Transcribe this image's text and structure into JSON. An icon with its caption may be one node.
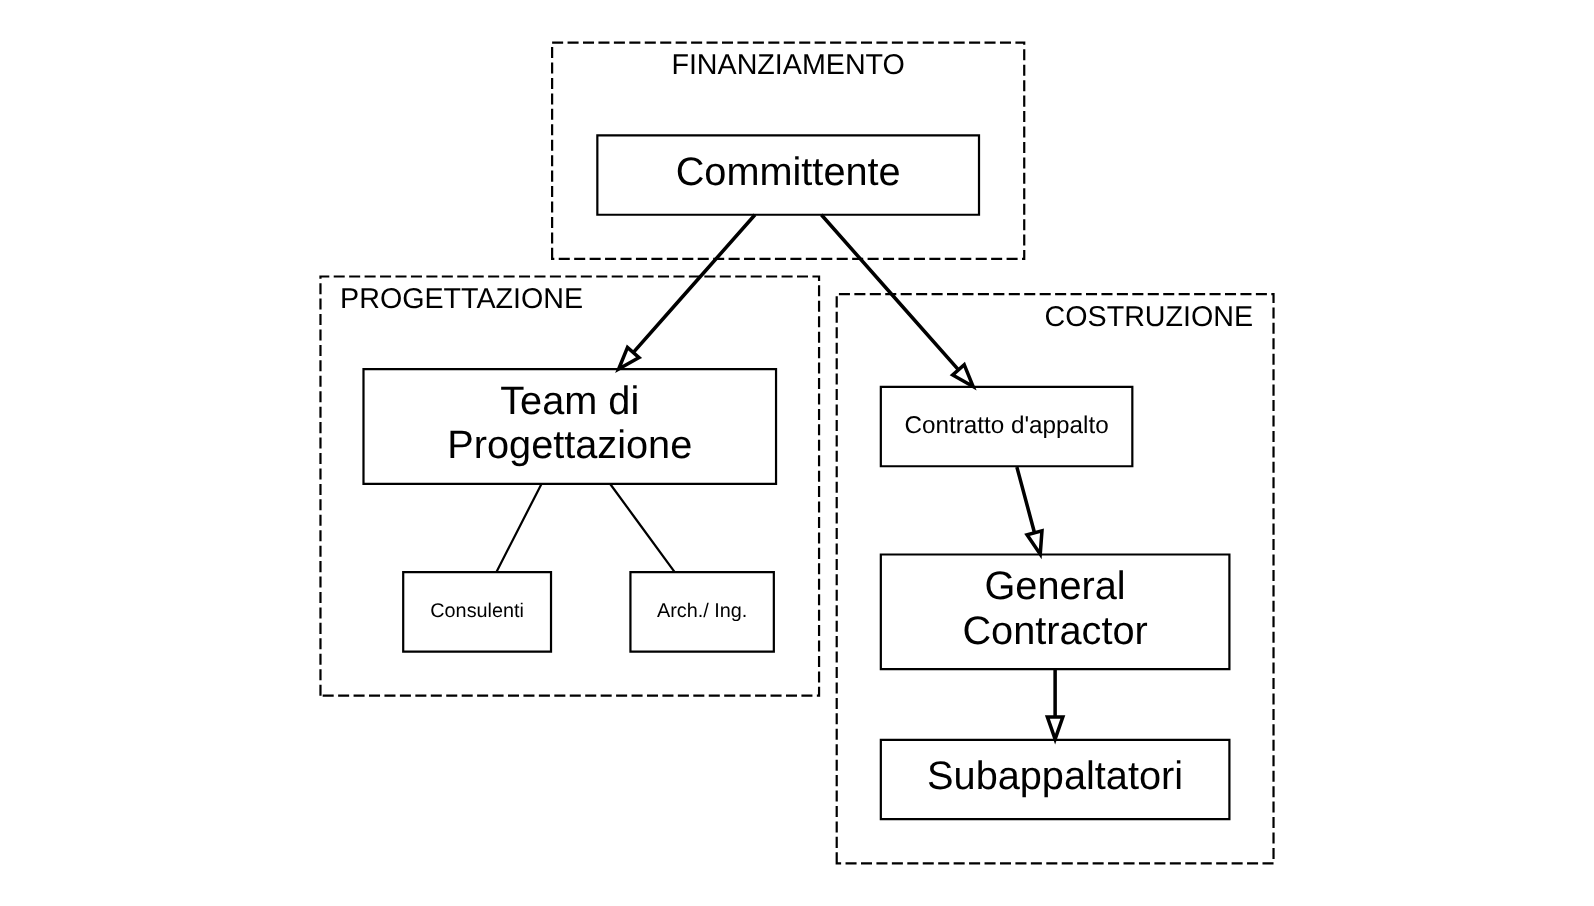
{
  "diagram": {
    "nodes": [
      {
        "text": [
          "FINANZIAMENTO"
        ]
      },
      {
        "text": [
          "Committente"
        ],
        "in": 0
      },
      {
        "text": [
          "PROGETTAZIONE"
        ]
      },
      {
        "text": [
          "Team di Progettazione"
        ],
        "in": 2
      },
      {
        "text": [
          "Consulenti"
        ],
        "in": 2
      },
      {
        "text": [
          "Arch./ Ing."
        ],
        "in": 2
      },
      {
        "text": [
          "COSTRUZIONE"
        ]
      },
      {
        "text": [
          "Contratto d'appalto"
        ],
        "in": 6
      },
      {
        "text": [
          "General Contractor"
        ],
        "in": 6
      },
      {
        "text": [
          "Subappaltatori"
        ],
        "in": 6
      }
    ],
    "edges": [
      {
        "from": 1,
        "to": 3,
        "arrow": "to"
      },
      {
        "from": 1,
        "to": 7,
        "arrow": "to"
      },
      {
        "from": 7,
        "to": 8,
        "arrow": "to"
      },
      {
        "from": 8,
        "to": 9,
        "arrow": "to"
      },
      {
        "from": 3,
        "to": 4,
        "arrow": "none"
      },
      {
        "from": 3,
        "to": 5,
        "arrow": "none"
      }
    ]
  }
}
